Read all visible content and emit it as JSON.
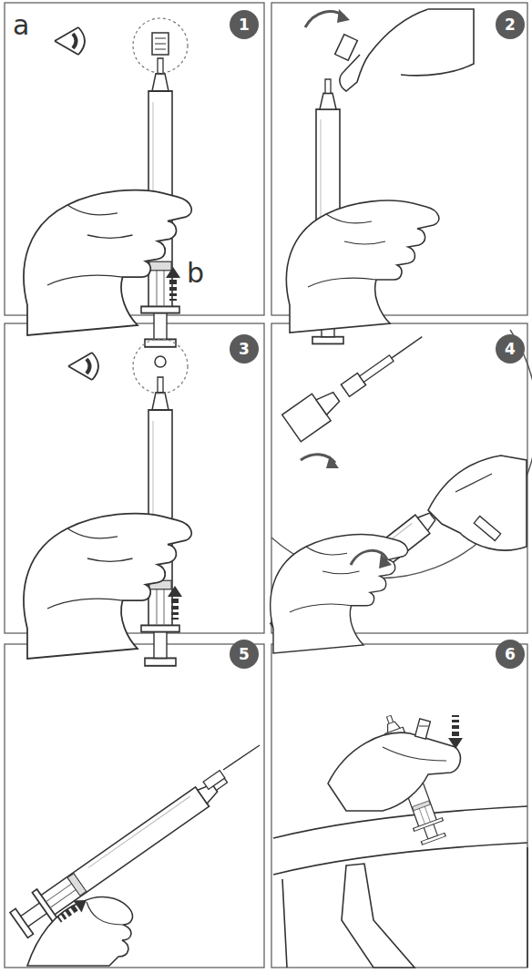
{
  "diagram": {
    "labels": [
      "1",
      "a",
      "b",
      "2",
      "3",
      "4",
      "5",
      "6"
    ]
  }
}
